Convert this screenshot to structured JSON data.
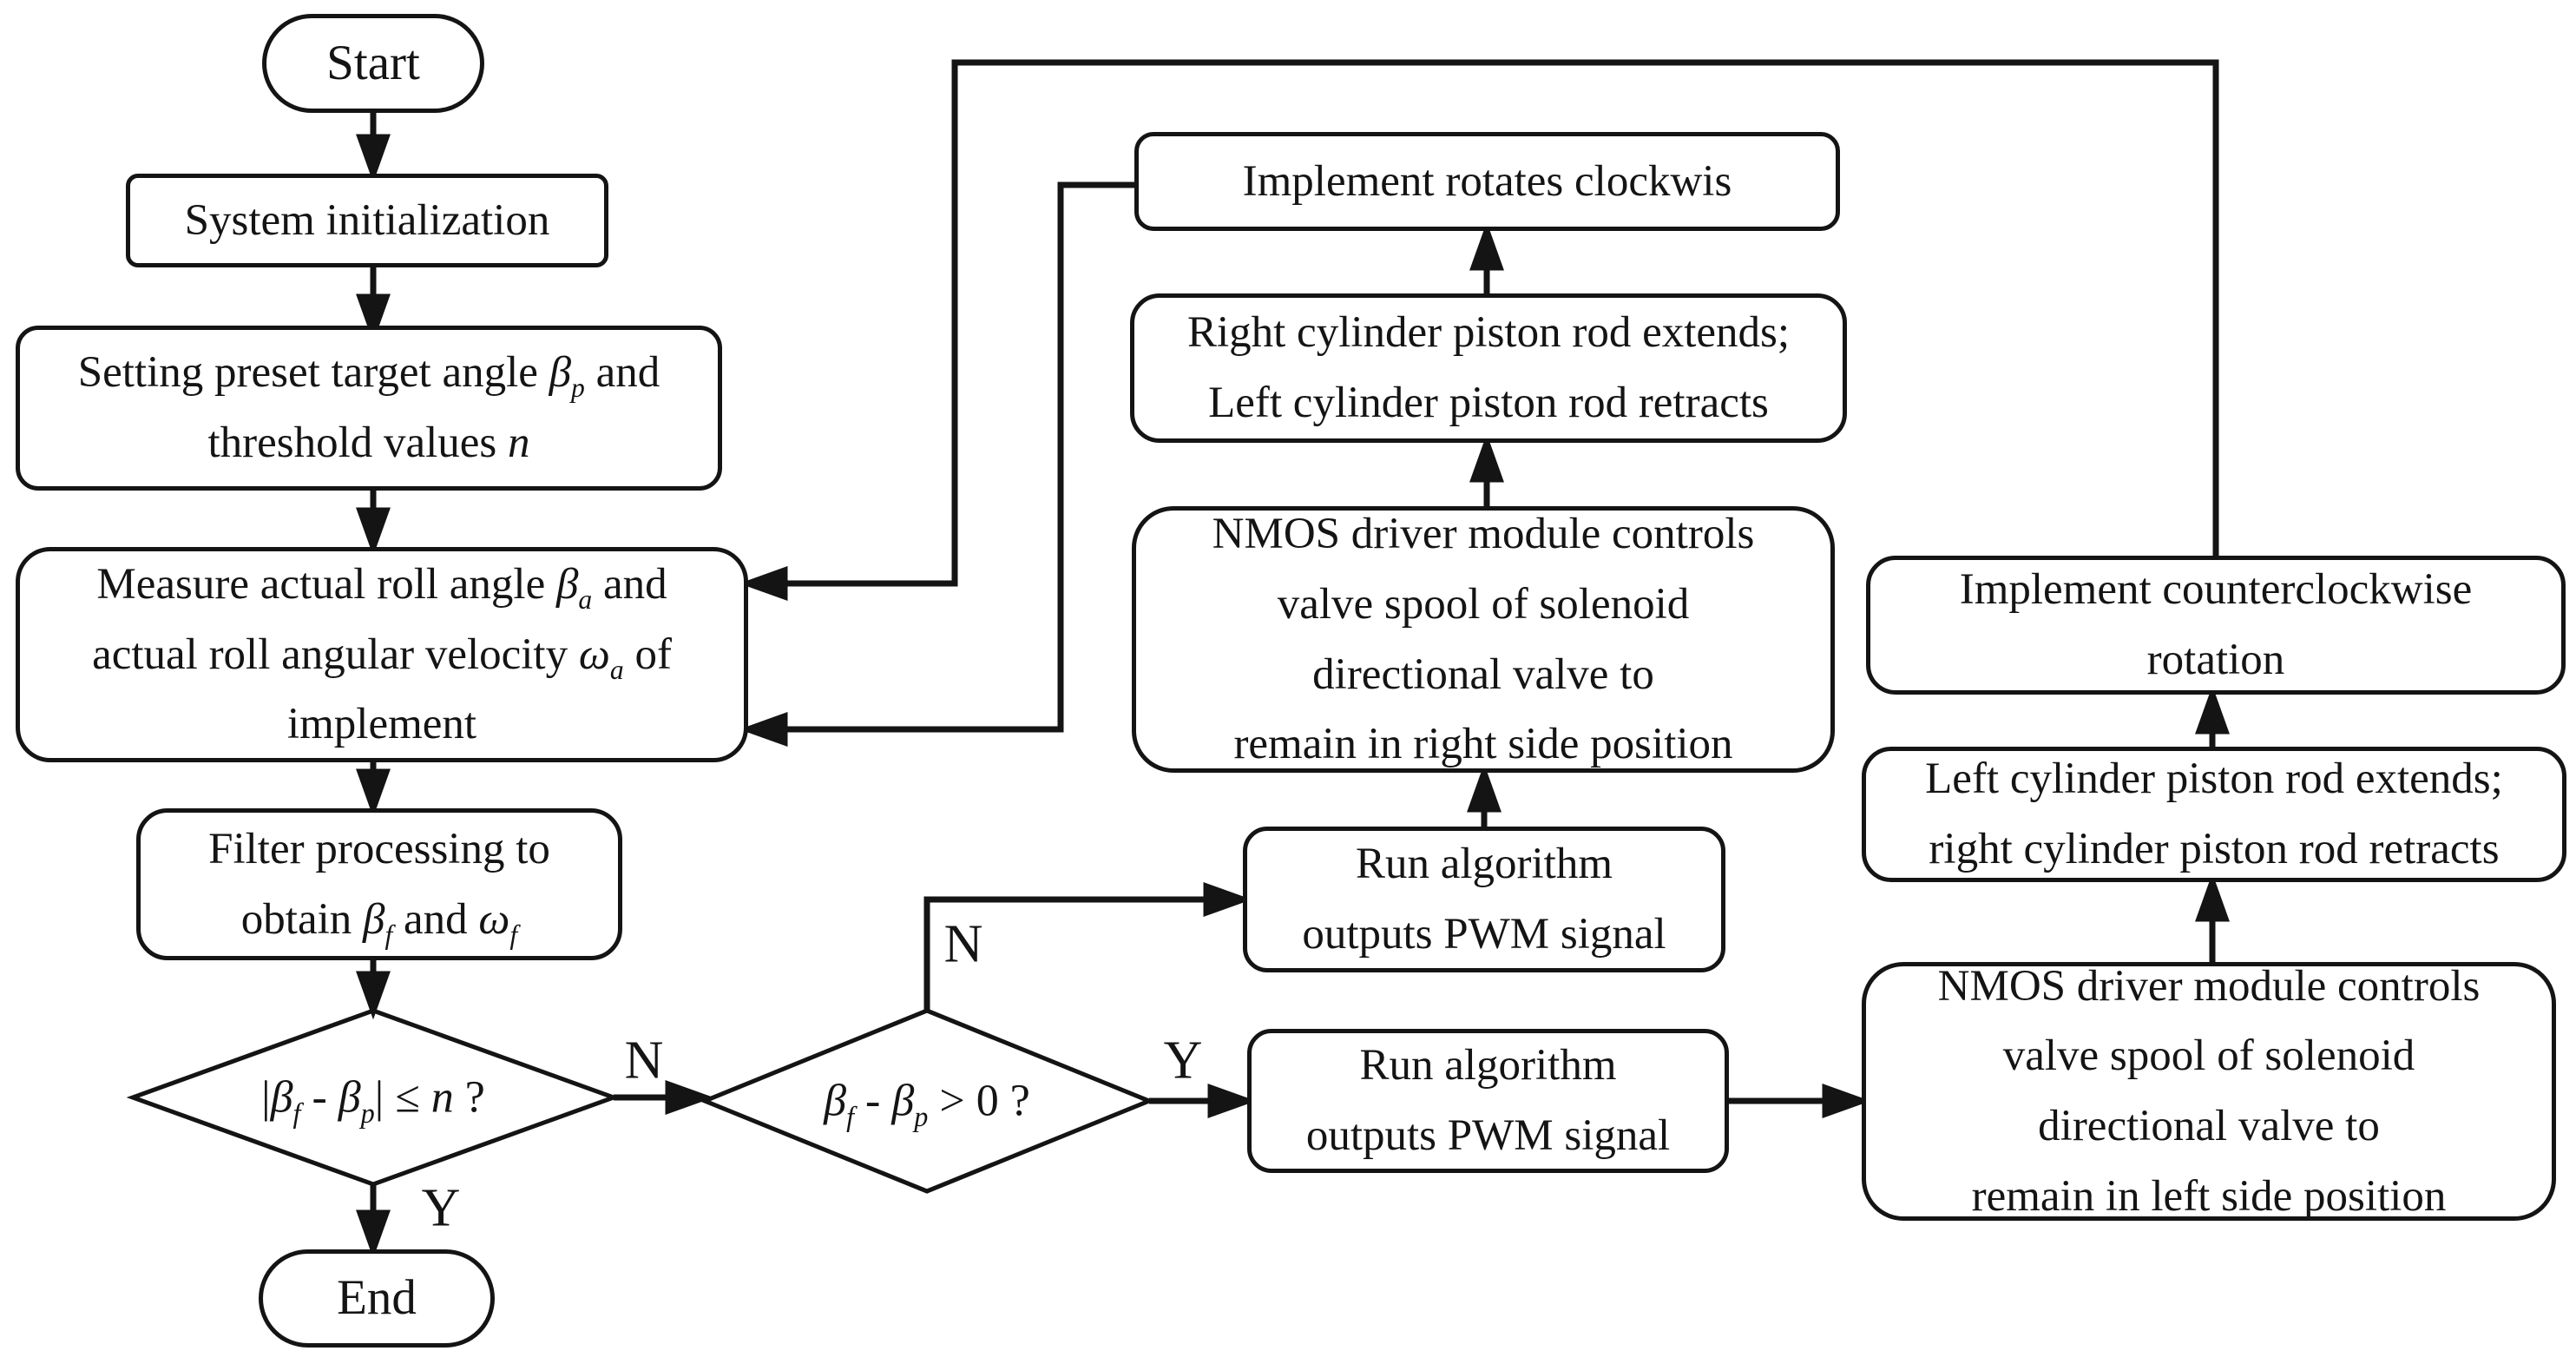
{
  "design": {
    "ink": "#141414",
    "background": "#ffffff"
  },
  "nodes": {
    "start": {
      "label": "Start"
    },
    "system_init": {
      "label": "System initialization"
    },
    "set_preset": {
      "lines": [
        [
          {
            "t": "Setting preset target angle "
          },
          {
            "v": "β"
          },
          {
            "s": "p"
          },
          {
            "t": " and"
          }
        ],
        [
          {
            "t": "threshold values "
          },
          {
            "v": "n"
          }
        ]
      ]
    },
    "measure": {
      "lines": [
        [
          {
            "t": "Measure actual roll angle "
          },
          {
            "v": "β"
          },
          {
            "s": "a"
          },
          {
            "t": " and"
          }
        ],
        [
          {
            "t": "actual roll angular velocity "
          },
          {
            "v": "ω"
          },
          {
            "s": "a"
          },
          {
            "t": " of"
          }
        ],
        [
          {
            "t": "implement"
          }
        ]
      ]
    },
    "filter": {
      "lines": [
        [
          {
            "t": "Filter processing to"
          }
        ],
        [
          {
            "t": "obtain "
          },
          {
            "v": "β"
          },
          {
            "s": "f"
          },
          {
            "t": " and "
          },
          {
            "v": "ω"
          },
          {
            "s": "f"
          }
        ]
      ]
    },
    "decision_threshold": {
      "expr": [
        {
          "t": "|"
        },
        {
          "v": "β"
        },
        {
          "s": "f"
        },
        {
          "t": " - "
        },
        {
          "v": "β"
        },
        {
          "s": "p"
        },
        {
          "t": "| ≤ "
        },
        {
          "v": "n"
        },
        {
          "t": " ?"
        }
      ]
    },
    "decision_sign": {
      "expr": [
        {
          "v": "β"
        },
        {
          "s": "f"
        },
        {
          "t": " - "
        },
        {
          "v": "β"
        },
        {
          "s": "p"
        },
        {
          "t": " > 0 ?"
        }
      ]
    },
    "end": {
      "label": "End"
    },
    "run_upper": {
      "lines": [
        "Run algorithm",
        "outputs PWM signal"
      ]
    },
    "nmos_right": {
      "lines": [
        "NMOS driver module controls",
        "valve spool of solenoid",
        "directional valve to",
        "remain in right side position"
      ]
    },
    "right_cylinder": {
      "lines": [
        "Right cylinder piston rod extends;",
        "Left cylinder piston rod retracts"
      ]
    },
    "rotate_clockwise": {
      "label": "Implement rotates clockwis"
    },
    "run_lower": {
      "lines": [
        "Run algorithm",
        "outputs PWM signal"
      ]
    },
    "nmos_left": {
      "lines": [
        "NMOS driver module controls",
        "valve spool of solenoid",
        "directional valve to",
        "remain in left side position"
      ]
    },
    "left_cylinder": {
      "lines": [
        "Left cylinder piston rod extends;",
        "right cylinder piston rod retracts"
      ]
    },
    "rotate_counterclockwise": {
      "lines": [
        "Implement counterclockwise",
        "rotation"
      ]
    }
  },
  "branch_labels": {
    "decision1_no": "N",
    "decision1_yes": "Y",
    "decision2_no": "N",
    "decision2_yes": "Y"
  }
}
